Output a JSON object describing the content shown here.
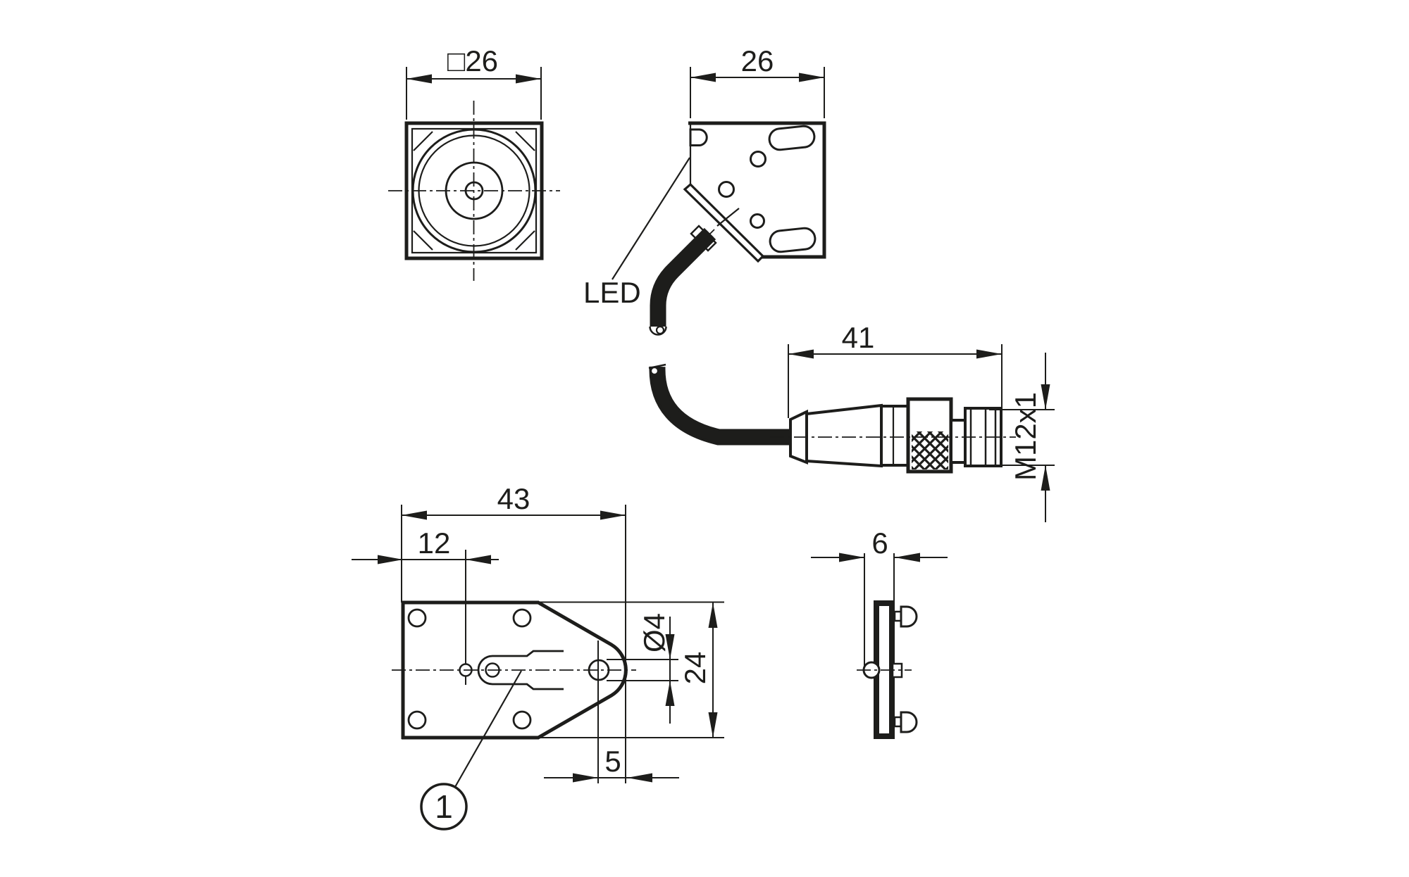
{
  "drawing": {
    "background": "#ffffff",
    "line_color": "#1d1d1b",
    "views": {
      "front": {
        "width_dim": "□26"
      },
      "side": {
        "width_dim": "26",
        "led_label": "LED"
      },
      "connector": {
        "length_dim": "41",
        "thread_dim": "M12x1"
      },
      "bracket_top": {
        "length_dim": "43",
        "slot_offset_dim": "12",
        "hole_dim": "Ø4",
        "width_dim": "24",
        "tip_offset_dim": "5",
        "balloon_label": "1"
      },
      "bracket_side": {
        "thickness_dim": "6"
      }
    }
  }
}
